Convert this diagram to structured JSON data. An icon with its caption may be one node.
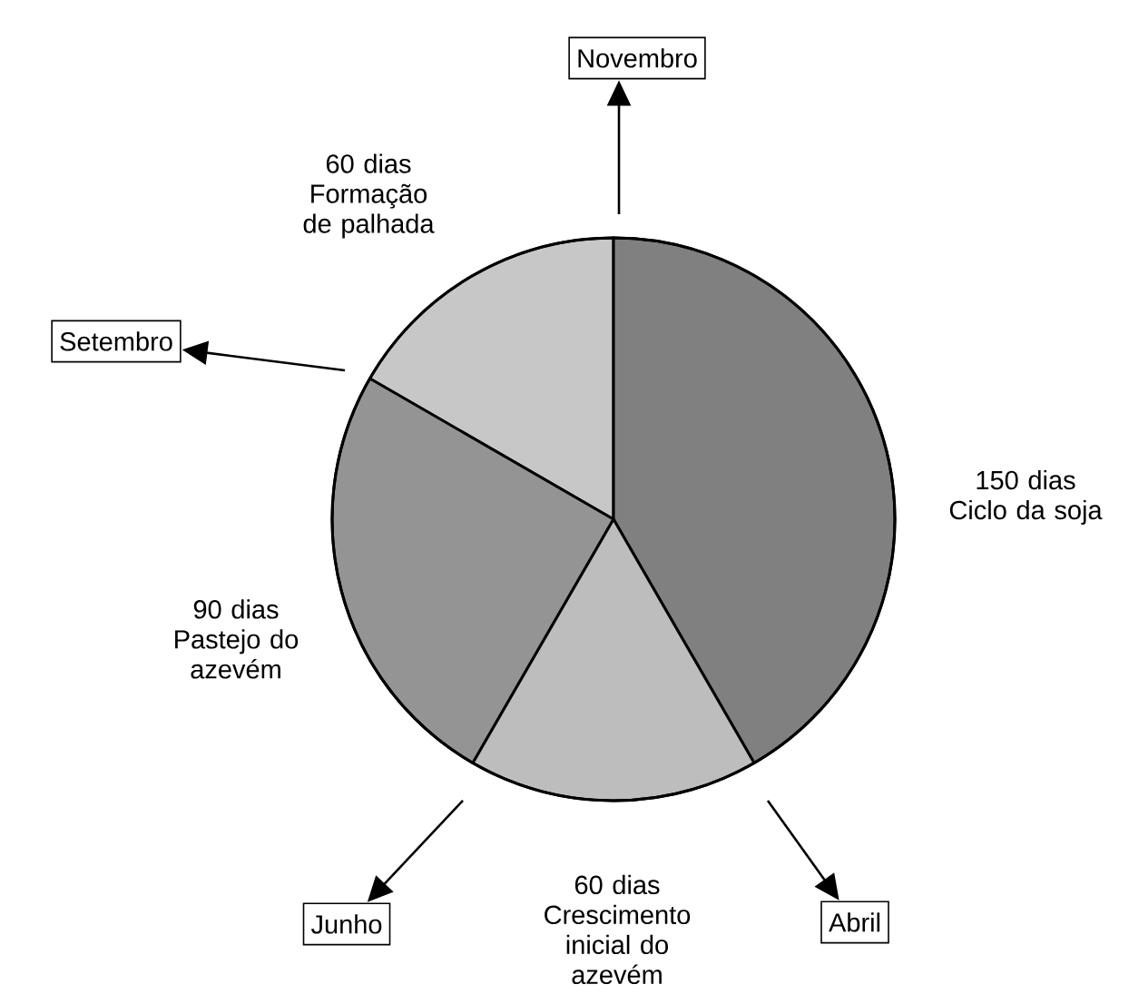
{
  "diagram": {
    "nodes": [
      {
        "text": [
          "Novembro"
        ]
      },
      {
        "text": [
          "60 dias",
          "Formação de palhada"
        ]
      },
      {
        "text": [
          "Setembro"
        ]
      },
      {
        "text": [
          "150 dias",
          "Ciclo da soja"
        ]
      },
      {
        "text": [
          "90 dias",
          "Pastejo do azevém"
        ]
      },
      {
        "text": [
          "Junho"
        ]
      },
      {
        "text": [
          "60 dias",
          "Crescimento inicial do azevém"
        ]
      },
      {
        "text": [
          "Abril"
        ]
      }
    ],
    "edges": [
      {
        "from": null,
        "to": 0,
        "arrow": "to"
      },
      {
        "from": null,
        "to": 2,
        "arrow": "to"
      },
      {
        "from": null,
        "to": 5,
        "arrow": "to"
      },
      {
        "from": null,
        "to": 7,
        "arrow": "to"
      }
    ]
  }
}
